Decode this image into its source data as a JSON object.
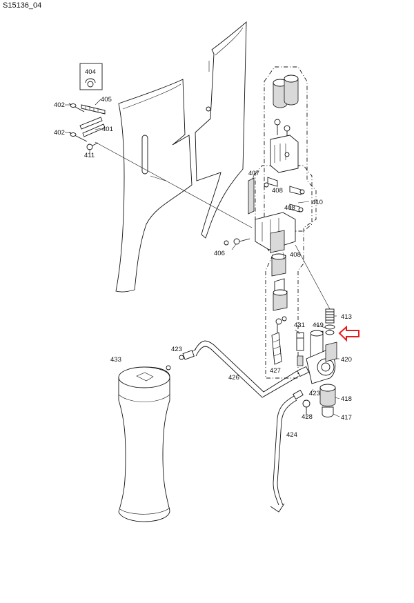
{
  "document": {
    "id": "S15136_04"
  },
  "callouts": {
    "c401": "401",
    "c402a": "402",
    "c402b": "402",
    "c404": "404",
    "c405": "405",
    "c406": "406",
    "c407": "407",
    "c408a": "408",
    "c408b": "408",
    "c408c": "408",
    "c410": "410",
    "c411": "411",
    "c413": "413",
    "c417": "417",
    "c418": "418",
    "c419": "419",
    "c420": "420",
    "c423a": "423",
    "c423b": "423",
    "c424": "424",
    "c426": "426",
    "c427": "427",
    "c428": "428",
    "c431": "431",
    "c433": "433"
  },
  "colors": {
    "line": "#111111",
    "highlight": "#e8191c"
  },
  "highlight": {
    "icon": "arrow-left-icon",
    "target": "419"
  }
}
